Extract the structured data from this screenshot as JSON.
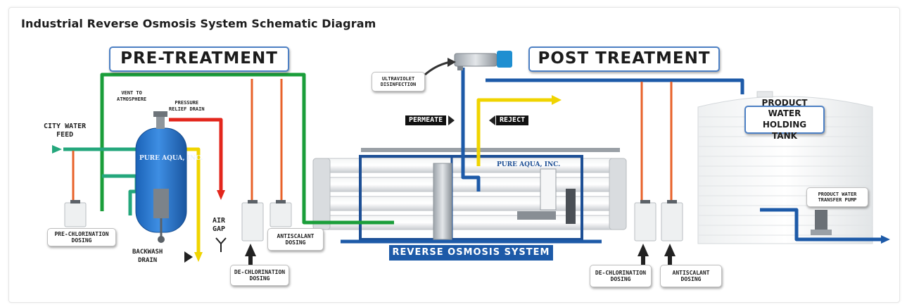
{
  "title": "Industrial Reverse Osmosis System Schematic Diagram",
  "sections": {
    "pre_treatment": "PRE-TREATMENT",
    "post_treatment": "POST TREATMENT"
  },
  "labels": {
    "city_water_feed_1": "CITY WATER",
    "city_water_feed_2": "FEED",
    "vent_1": "VENT TO",
    "vent_2": "ATMOSPHERE",
    "pressure_relief_1": "PRESSURE",
    "pressure_relief_2": "RELIEF DRAIN",
    "backwash_1": "BACKWASH",
    "backwash_2": "DRAIN",
    "air_gap_1": "AIR",
    "air_gap_2": "GAP",
    "uv": "ULTRAVIOLET DISINFECTION",
    "permeate": "PERMEATE",
    "reject": "REJECT",
    "pre_chlorination": "PRE-CHLORINATION DOSING",
    "antiscalant_pre": "ANTISCALANT DOSING",
    "de_chlorination_pre": "DE-CHLORINATION DOSING",
    "ro_system": "REVERSE OSMOSIS SYSTEM",
    "product_tank": "PRODUCT WATER HOLDING TANK",
    "transfer_pump": "PRODUCT WATER TRANSFER PUMP",
    "de_chlorination_post": "DE-CHLORINATION DOSING",
    "antiscalant_post": "ANTISCALANT DOSING",
    "vessel_brand": "PURE AQUA, INC.",
    "ro_brand": "PURE AQUA, INC."
  },
  "colors": {
    "feed_green": "#1a9e3a",
    "feed_teal": "#24a77c",
    "permeate_blue": "#1d5aa8",
    "reject_yellow": "#f0d400",
    "drain_red": "#e3261c",
    "dosing_orange": "#e8622a",
    "section_border": "#4d80c4"
  }
}
